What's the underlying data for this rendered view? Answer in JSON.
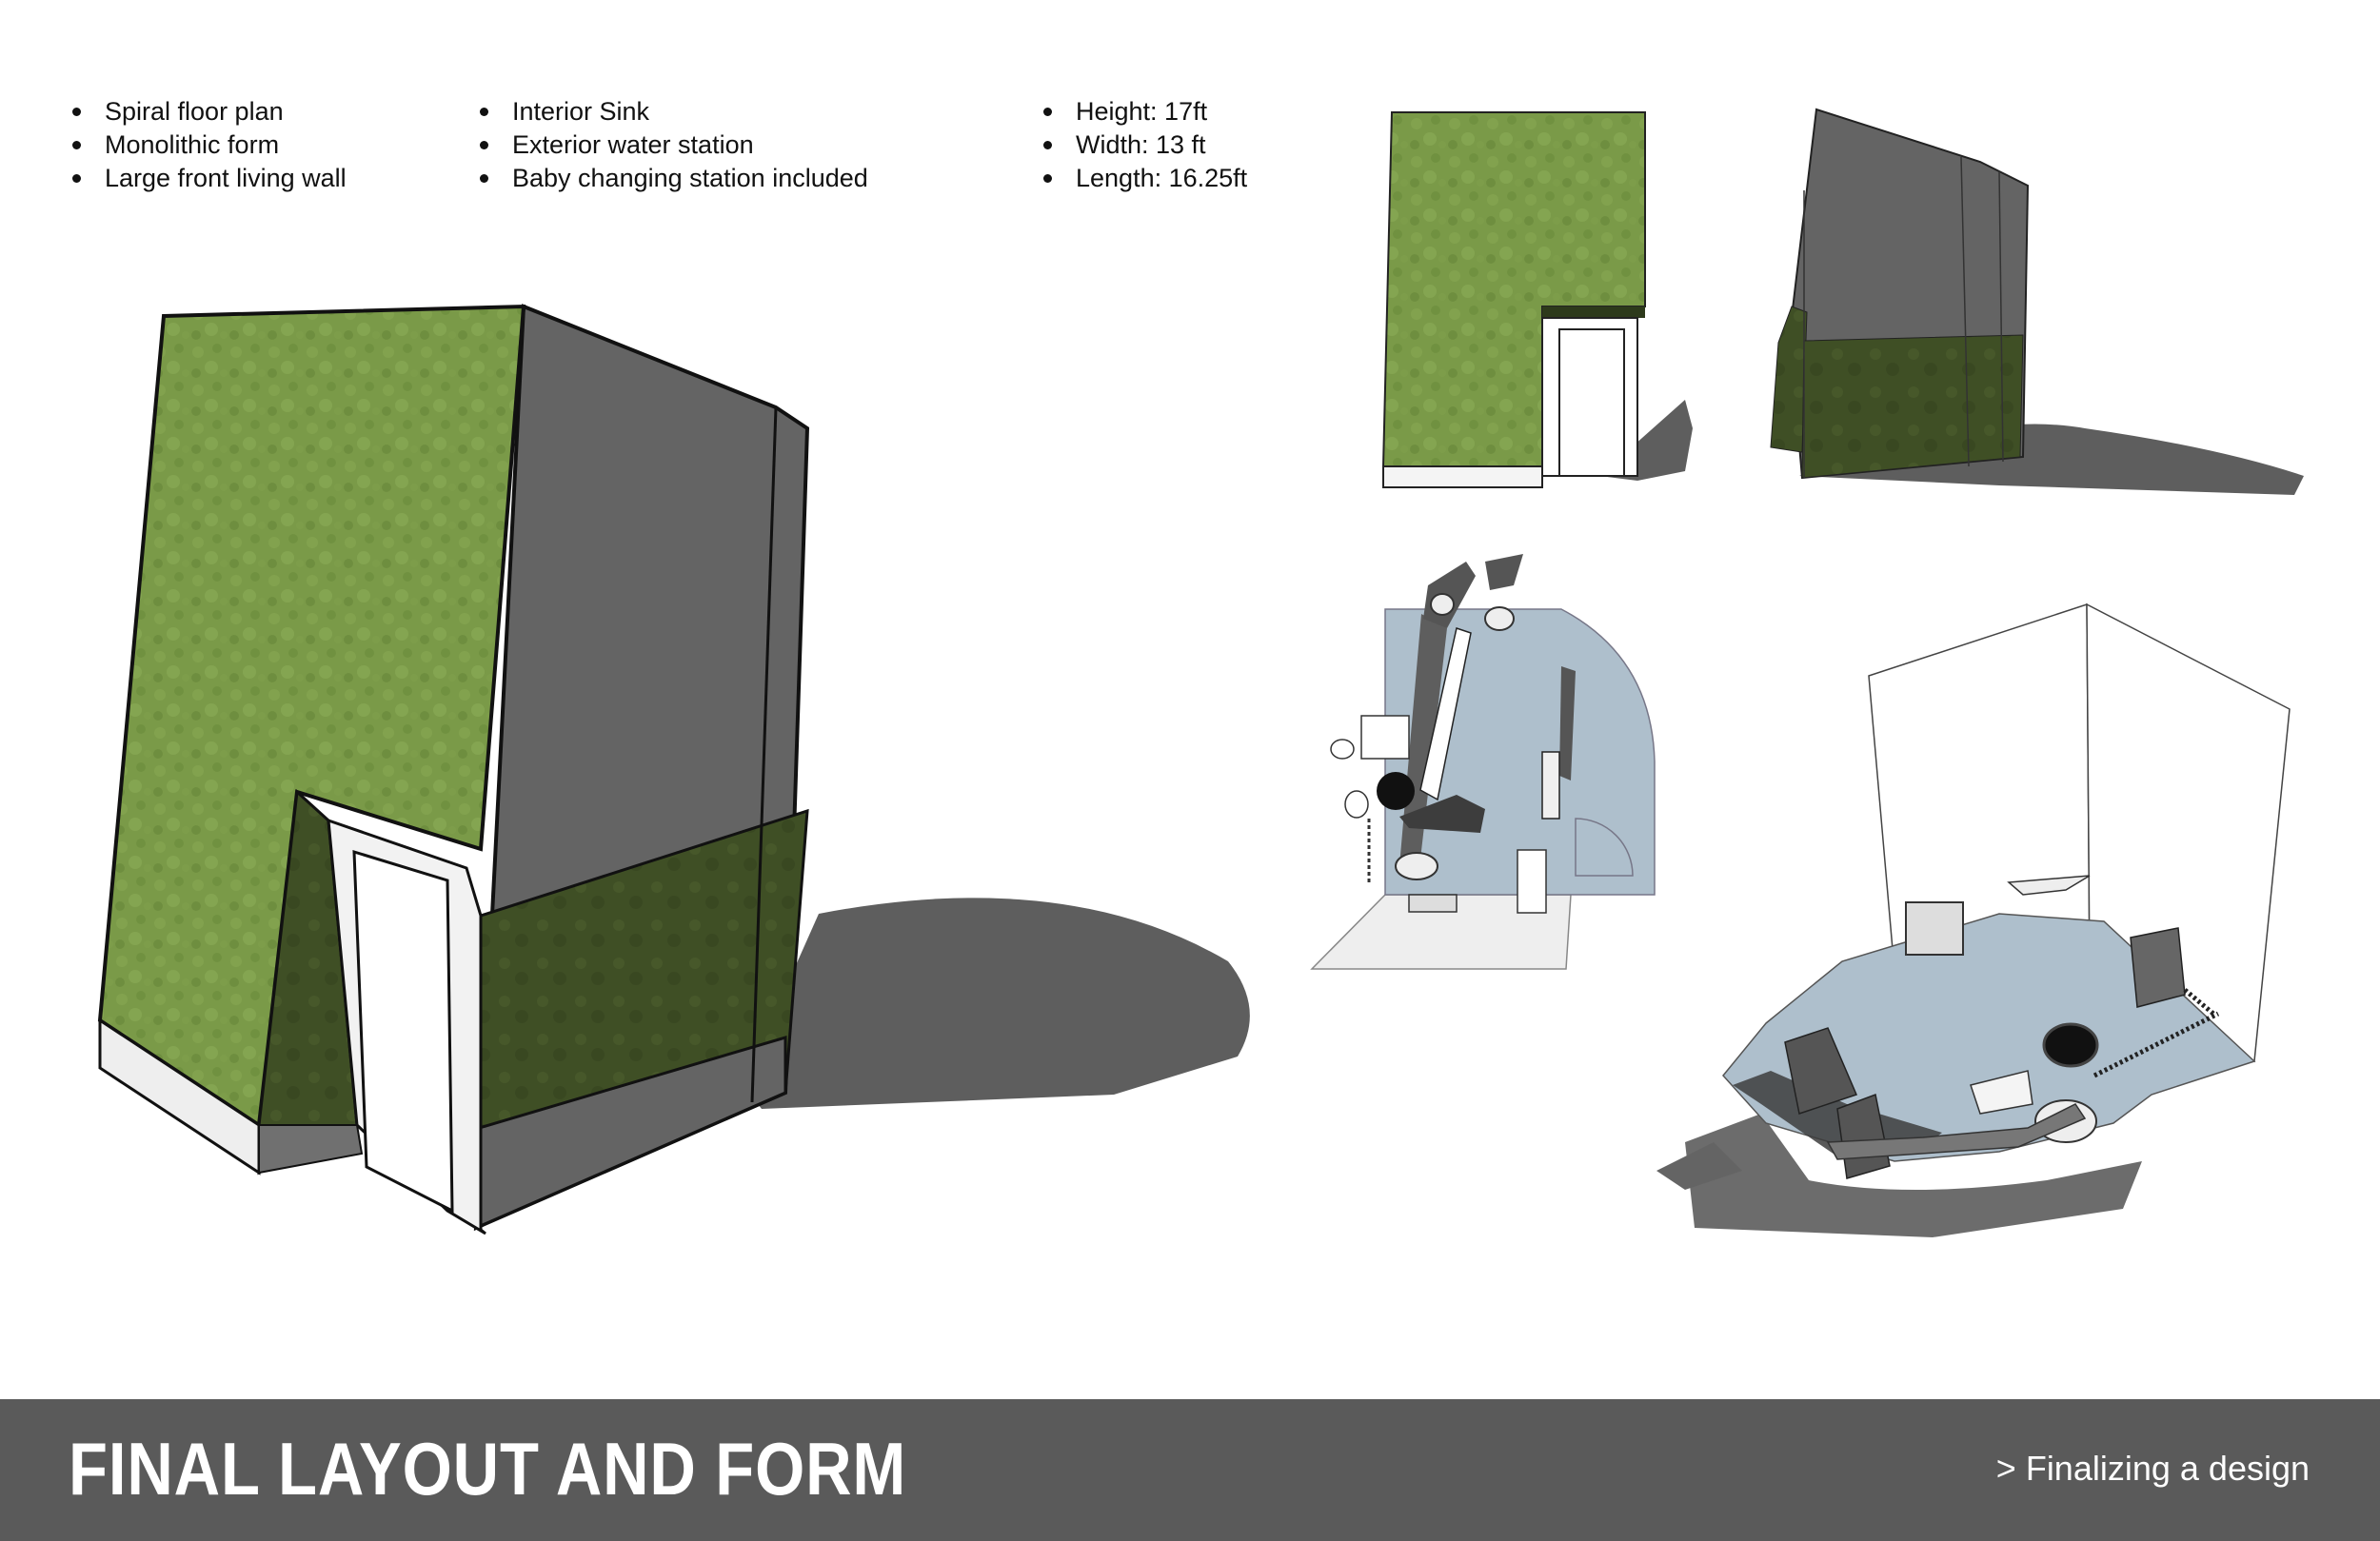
{
  "bullets": {
    "col1": [
      "Spiral floor plan",
      "Monolithic form",
      "Large front living wall"
    ],
    "col2": [
      "Interior Sink",
      "Exterior water station",
      "Baby changing station included"
    ],
    "col3": [
      "Height: 17ft",
      "Width: 13 ft",
      "Length: 16.25ft"
    ]
  },
  "footer": {
    "title": "FINAL LAYOUT AND FORM",
    "subtitle": "> Finalizing a design"
  },
  "colors": {
    "living_wall": "#7a9a48",
    "living_wall_dark": "#3f4f25",
    "concrete": "#646464",
    "floor_blue": "#aebfcc",
    "footer": "#5a5a5a"
  },
  "icons": [
    "living-wall-texture",
    "door-icon",
    "toilet-icon",
    "sink-icon",
    "changing-table-icon"
  ]
}
